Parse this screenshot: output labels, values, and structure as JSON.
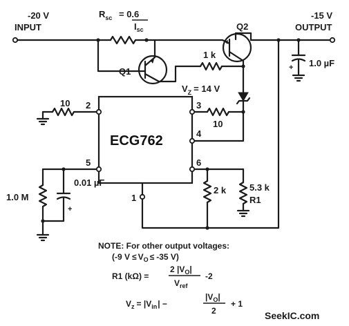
{
  "input": {
    "voltage": "-20 V",
    "name": "INPUT"
  },
  "output": {
    "voltage": "-15 V",
    "name": "OUTPUT"
  },
  "rsc": {
    "label": "R",
    "sub": "sc",
    "eq": "= 0.6",
    "isc": "I",
    "isc_sub": "sc"
  },
  "transistors": {
    "q1": "Q1",
    "q2": "Q2"
  },
  "resistors": {
    "r_1k": "1 k",
    "r_10_pin2": "10",
    "r_10_pin3": "10",
    "r_2k": "2 k",
    "r_5k3": "5.3 k",
    "r1_name": "R1",
    "r_1m": "1.0 M"
  },
  "capacitors": {
    "c_out": "1.0 µF",
    "c_pin5": "0.01 µF",
    "plus": "+"
  },
  "zener": {
    "label": "V",
    "sub": "Z",
    "eq": "= 14 V"
  },
  "ic": {
    "name": "ECG762",
    "pins": {
      "p1": "1",
      "p2": "2",
      "p3": "3",
      "p4": "4",
      "p5": "5",
      "p6": "6"
    }
  },
  "note": {
    "title": "NOTE:  For other output voltages:",
    "range_a": "(-9 V",
    "range_le1": "≤",
    "range_vo": "V",
    "range_vo_sub": "O",
    "range_le2": "≤",
    "range_b": "-35 V)",
    "r1_lhs": "R1 (kΩ) =",
    "r1_num": "2 |V",
    "r1_num_sub": "O",
    "r1_num_end": "|",
    "r1_den": "V",
    "r1_den_sub": "ref",
    "r1_tail": "-2",
    "vz_lhs": "V",
    "vz_lhs_sub": "z",
    "vz_eq": "= |V",
    "vz_in_sub": "in",
    "vz_mid": "| −",
    "vz_num": "|V",
    "vz_num_sub": "O",
    "vz_num_end": "|",
    "vz_den": "2",
    "vz_tail": "+ 1"
  },
  "watermark": "SeekIC.com"
}
